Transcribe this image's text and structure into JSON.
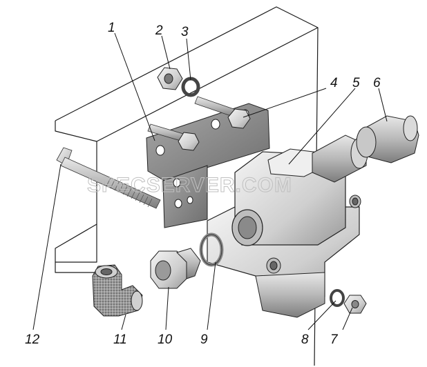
{
  "watermark": "SPECSERVER.COM",
  "callouts": [
    {
      "id": "1",
      "label": "1"
    },
    {
      "id": "2",
      "label": "2"
    },
    {
      "id": "3",
      "label": "3"
    },
    {
      "id": "4",
      "label": "4"
    },
    {
      "id": "5",
      "label": "5"
    },
    {
      "id": "6",
      "label": "6"
    },
    {
      "id": "7",
      "label": "7"
    },
    {
      "id": "8",
      "label": "8"
    },
    {
      "id": "9",
      "label": "9"
    },
    {
      "id": "10",
      "label": "10"
    },
    {
      "id": "11",
      "label": "11"
    },
    {
      "id": "12",
      "label": "12"
    }
  ]
}
